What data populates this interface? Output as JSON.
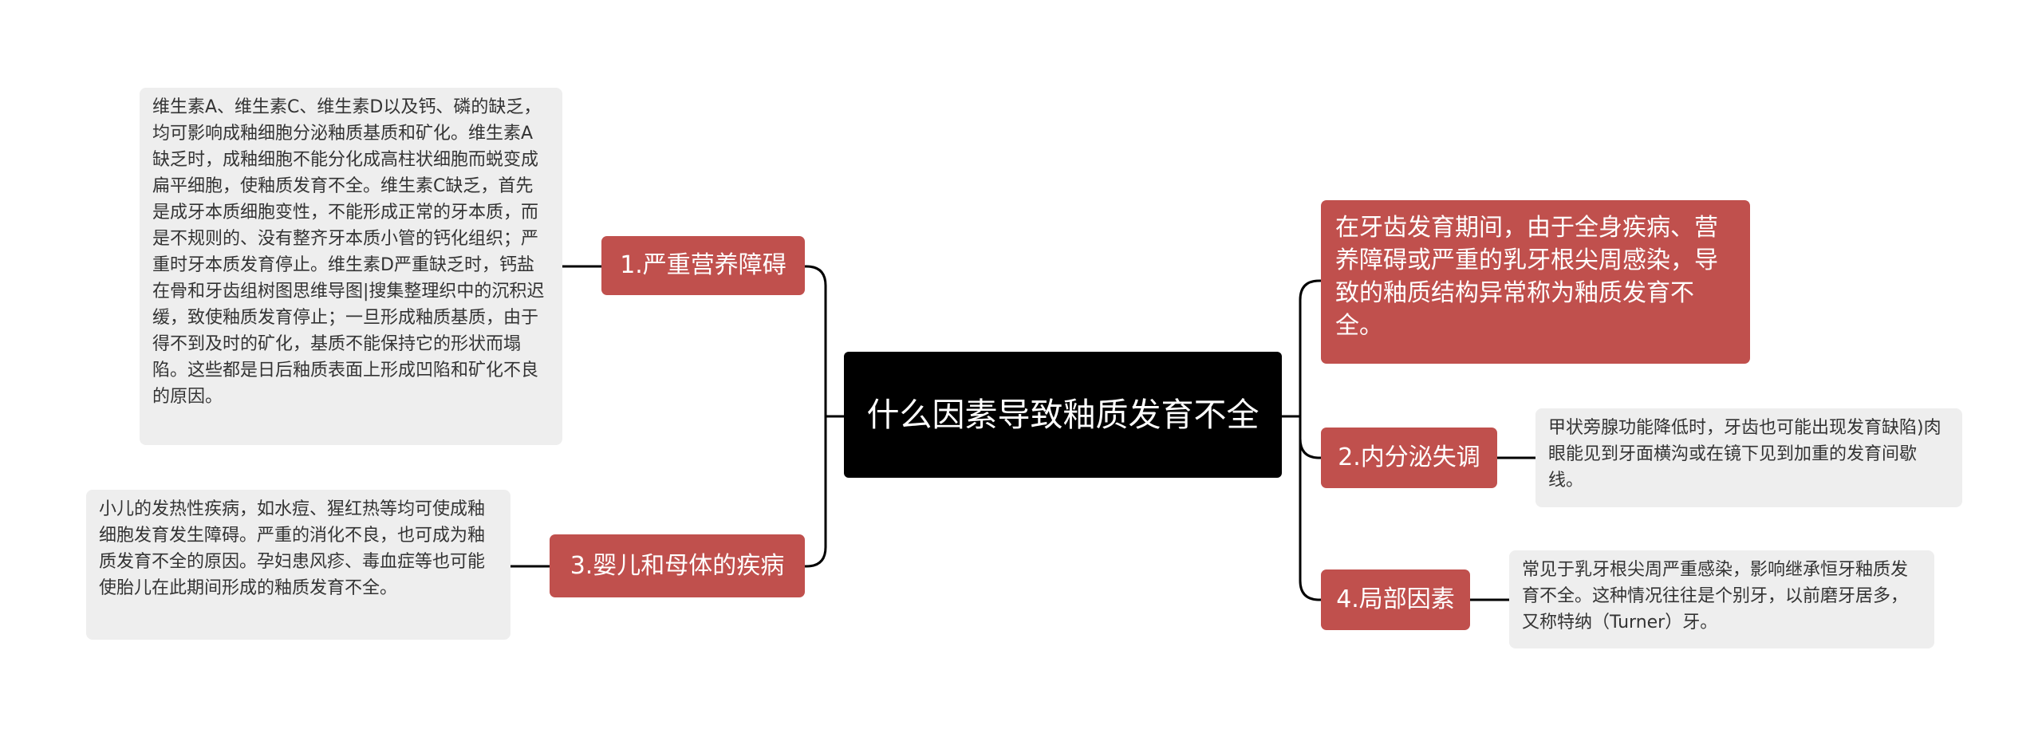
{
  "root": {
    "title": "什么因素导致釉质发育不全"
  },
  "branches": [
    {
      "label": "1.严重营养障碍",
      "detail": "维生素A、维生素C、维生素D以及钙、磷的缺乏，均可影响成釉细胞分泌釉质基质和矿化。维生素A缺乏时，成釉细胞不能分化成高柱状细胞而蜕变成扁平细胞，使釉质发育不全。维生素C缺乏，首先是成牙本质细胞变性，不能形成正常的牙本质，而是不规则的、没有整齐牙本质小管的钙化组织；严重时牙本质发育停止。维生素D严重缺乏时，钙盐在骨和牙齿组树图思维导图|搜集整理织中的沉积迟缓，致使釉质发育停止；一旦形成釉质基质，由于得不到及时的矿化，基质不能保持它的形状而塌陷。这些都是日后釉质表面上形成凹陷和矿化不良的原因。"
    },
    {
      "label": "2.内分泌失调",
      "detail": "甲状旁腺功能降低时，牙齿也可能出现发育缺陷)肉眼能见到牙面横沟或在镜下见到加重的发育间歇线。"
    },
    {
      "label": "3.婴儿和母体的疾病",
      "detail": "小儿的发热性疾病，如水痘、猩红热等均可使成釉细胞发育发生障碍。严重的消化不良，也可成为釉质发育不全的原因。孕妇患风疹、毒血症等也可能使胎儿在此期间形成的釉质发育不全。"
    },
    {
      "label": "4.局部因素",
      "detail": "常见于乳牙根尖周严重感染，影响继承恒牙釉质发育不全。这种情况往往是个别牙，以前磨牙居多，又称特纳（Turner）牙。"
    }
  ],
  "intro": "在牙齿发育期间，由于全身疾病、营养障碍或严重的乳牙根尖周感染，导致的釉质结构异常称为釉质发育不全。",
  "colors": {
    "root_bg": "#000000",
    "branch_bg": "#c0504d",
    "note_bg": "#eeeeee",
    "connector": "#000000"
  }
}
